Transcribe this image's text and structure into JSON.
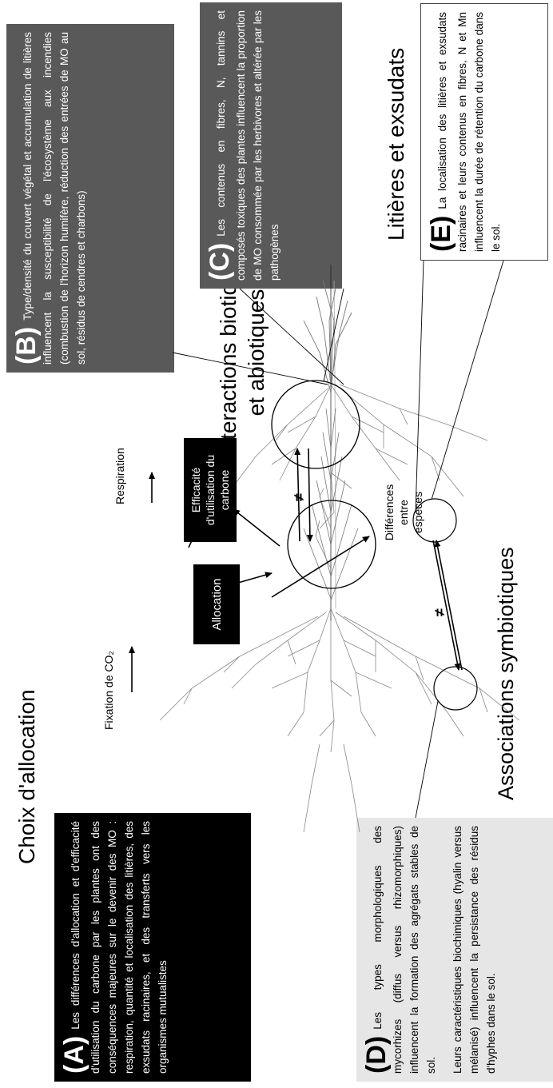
{
  "titles": {
    "choix": "Choix d'allocation",
    "associations": "Associations symbiotiques",
    "interactions": "Interactions biotiques et abiotiques",
    "litieres": "Litières et exsudats"
  },
  "box_a": {
    "letter": "(A)",
    "text": "Les différences d'allocation et d'efficacité d'utilisation du carbone par les plantes ont des conséquences majeures sur le devenir des MO : respiration, quantité et localisation des litières, des exsudats racinaires, et des transferts vers les organismes mutualistes"
  },
  "box_b": {
    "letter": "(B)",
    "text": "Type/densité du couvert végétal et accumulation de litières influencent la susceptibilité de l'écosystème aux incendies (combustion de l'horizon humifère, réduction des entrées de MO au sol, résidus de cendres et charbons)"
  },
  "box_c": {
    "letter": "(C)",
    "text": "Les contenus en fibres, N, tannins et composés toxiques des plantes influencent la proportion de MO consommée par les herbivores et altérée par les pathogènes"
  },
  "box_d": {
    "letter": "(D)",
    "text1": "Les types morphologiques des mycorhizes (diffus versus rhizomorphiques) influencent la formation des agrégats stables de sol.",
    "text2": "Leurs caractéristiques biochimiques (hyalin versus mélanisé) influencent la persistance des résidus d'hyphes dans le sol."
  },
  "box_e": {
    "letter": "(E)",
    "text": "La localisation des litières et exsudats racinaires et leurs contenus en fibres, N et Mn influencent la durée de rétention du carbone dans le sol."
  },
  "labels": {
    "fixation": "Fixation de CO₂",
    "respiration": "Respiration",
    "allocation": "Allocation",
    "efficacite": "Efficacité d'utilisation du carbone",
    "differences": "Différences entre espèces",
    "neq": "≠"
  }
}
